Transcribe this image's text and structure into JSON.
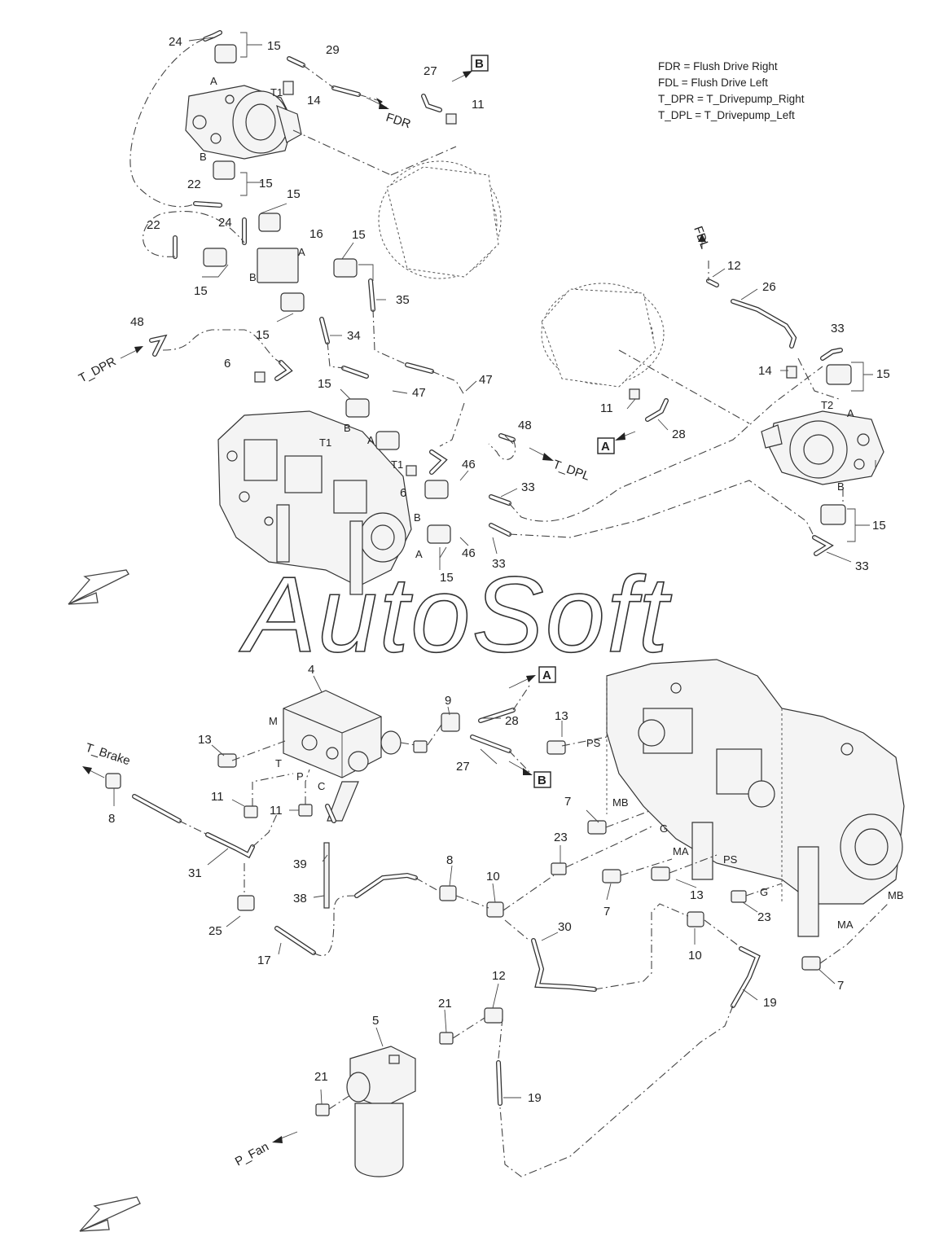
{
  "legend": [
    "FDR = Flush Drive Right",
    "FDL = Flush Drive Left",
    "T_DPR = T_Drivepump_Right",
    "T_DPL = T_Drivepump_Left"
  ],
  "watermark": "AutoSoft",
  "port_refs": {
    "fdr": "FDR",
    "fdl": "FDL",
    "t_dpr": "T_DPR",
    "t_dpl": "T_DPL",
    "t_brake": "T_Brake",
    "p_fan": "P_Fan"
  },
  "boxed_refs": {
    "a": "A",
    "b": "B"
  },
  "port_letters": {
    "A": "A",
    "B": "B",
    "T1": "T1",
    "T2": "T2",
    "M": "M",
    "T": "T",
    "P": "P",
    "C": "C",
    "PS": "PS",
    "MB": "MB",
    "MA": "MA",
    "G": "G"
  },
  "callouts": [
    "24",
    "15",
    "29",
    "27",
    "11",
    "14",
    "22",
    "15",
    "24",
    "15",
    "22",
    "15",
    "16",
    "15",
    "35",
    "15",
    "34",
    "48",
    "6",
    "15",
    "47",
    "47",
    "12",
    "26",
    "33",
    "14",
    "15",
    "11",
    "28",
    "48",
    "6",
    "46",
    "33",
    "46",
    "33",
    "15",
    "33",
    "15",
    "4",
    "9",
    "28",
    "13",
    "13",
    "27",
    "8",
    "11",
    "11",
    "7",
    "23",
    "39",
    "38",
    "8",
    "10",
    "31",
    "25",
    "17",
    "7",
    "13",
    "23",
    "10",
    "30",
    "12",
    "21",
    "5",
    "21",
    "19",
    "19",
    "7"
  ]
}
